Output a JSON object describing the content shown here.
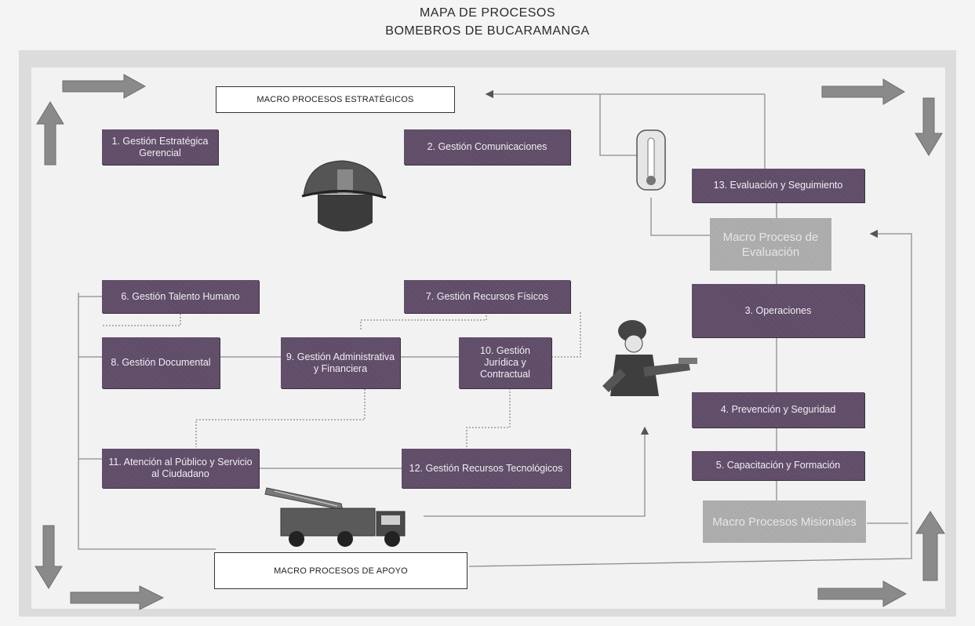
{
  "title_line1": "MAPA DE PROCESOS",
  "title_line2": "BOMEBROS DE BUCARAMANGA",
  "labels": {
    "estrategicos": "MACRO PROCESOS ESTRATÉGICOS",
    "apoyo": "MACRO PROCESOS DE APOYO"
  },
  "processes": {
    "p1": "1. Gestión Estratégica Gerencial",
    "p2": "2. Gestión Comunicaciones",
    "p3": "3. Operaciones",
    "p4": "4. Prevención y Seguridad",
    "p5": "5. Capacitación y Formación",
    "p6": "6. Gestión Talento Humano",
    "p7": "7. Gestión Recursos Físicos",
    "p8": "8. Gestión Documental",
    "p9": "9. Gestión Administrativa y Financiera",
    "p10": "10. Gestión Jurídica y Contractual",
    "p11": "11. Atención al Público y Servicio al Ciudadano",
    "p12": "12. Gestión Recursos Tecnológicos",
    "p13": "13. Evaluación y Seguimiento"
  },
  "macro_boxes": {
    "evaluacion": "Macro Proceso de Evaluación",
    "misionales": "Macro Procesos Misionales"
  },
  "icons": [
    "right-arrow-icon",
    "up-arrow-icon",
    "down-arrow-icon",
    "firefighter-helmet-icon",
    "thermometer-icon",
    "firefighter-icon",
    "fire-truck-icon"
  ],
  "colors": {
    "process_box": "#5e4a66",
    "macro_box": "#a9a9a9",
    "arrow": "#8a8a8a"
  }
}
